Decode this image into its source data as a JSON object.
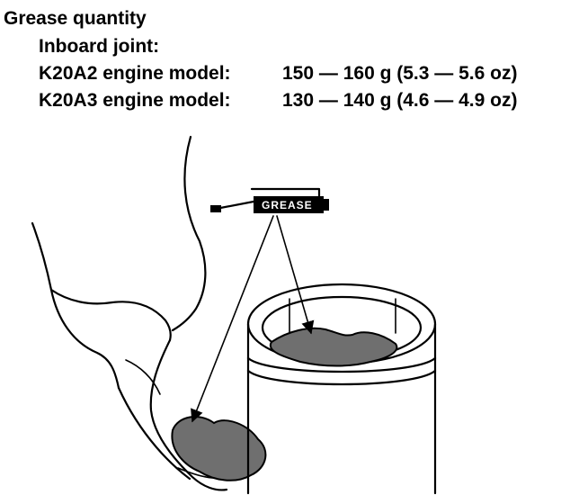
{
  "spec": {
    "heading": "Grease quantity",
    "subheading": "Inboard joint:",
    "rows": [
      {
        "model": "K20A2 engine model:",
        "value": "150 — 160 g (5.3 — 5.6 oz)"
      },
      {
        "model": "K20A3 engine model:",
        "value": "130 — 140 g (4.6 — 4.9 oz)"
      }
    ]
  },
  "illustration": {
    "grease_gun_label": "GREASE",
    "grease_color": "#6f6f6f"
  }
}
